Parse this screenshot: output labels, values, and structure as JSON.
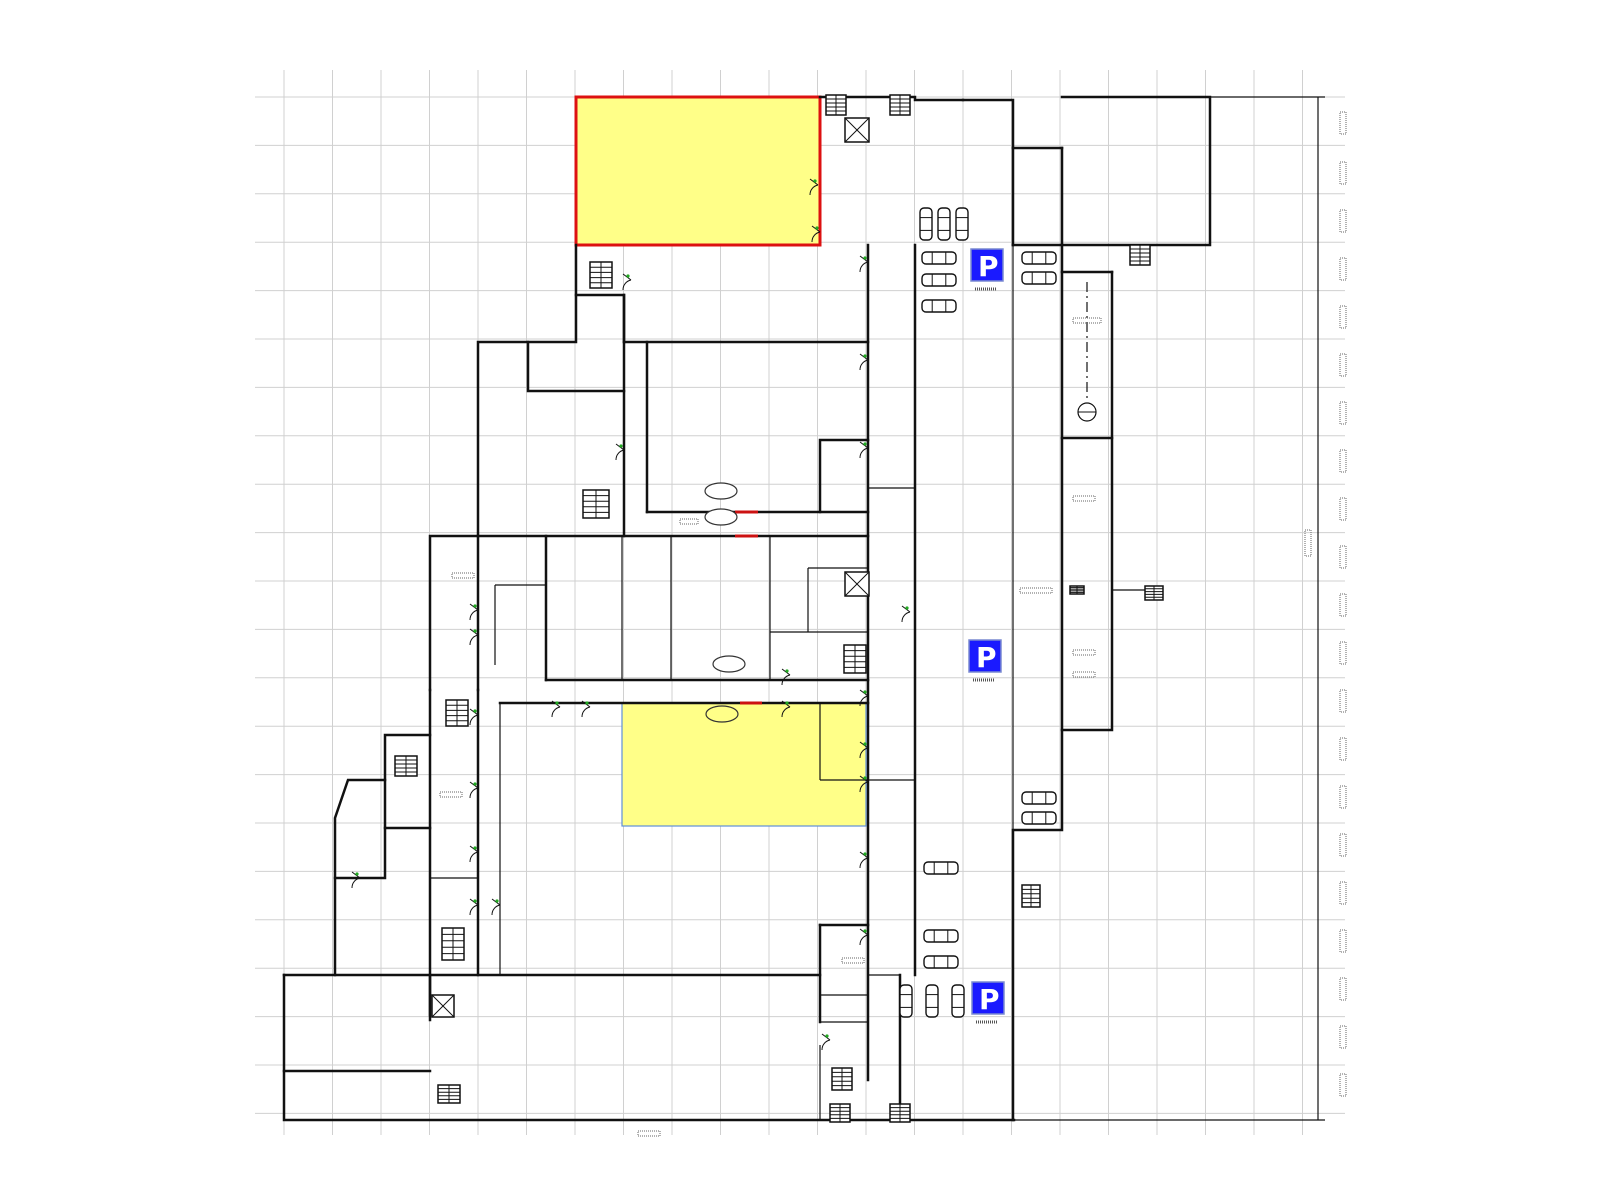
{
  "plan": {
    "highlight_colors": {
      "selected_fill": "#ffff88",
      "selected_border": "#dd1111",
      "available_fill": "#ffff88",
      "available_border": "#5f8fd8"
    },
    "parking_signs": [
      {
        "id": "parking-sign-north",
        "letter": "P"
      },
      {
        "id": "parking-sign-middle",
        "letter": "P"
      },
      {
        "id": "parking-sign-south",
        "letter": "P"
      }
    ],
    "parking_sign_color": "#1a1aff",
    "icons": [
      "parking-sign-icon",
      "car-icon",
      "stair-icon",
      "elevator-icon",
      "door-icon",
      "hydrant-icon"
    ]
  }
}
